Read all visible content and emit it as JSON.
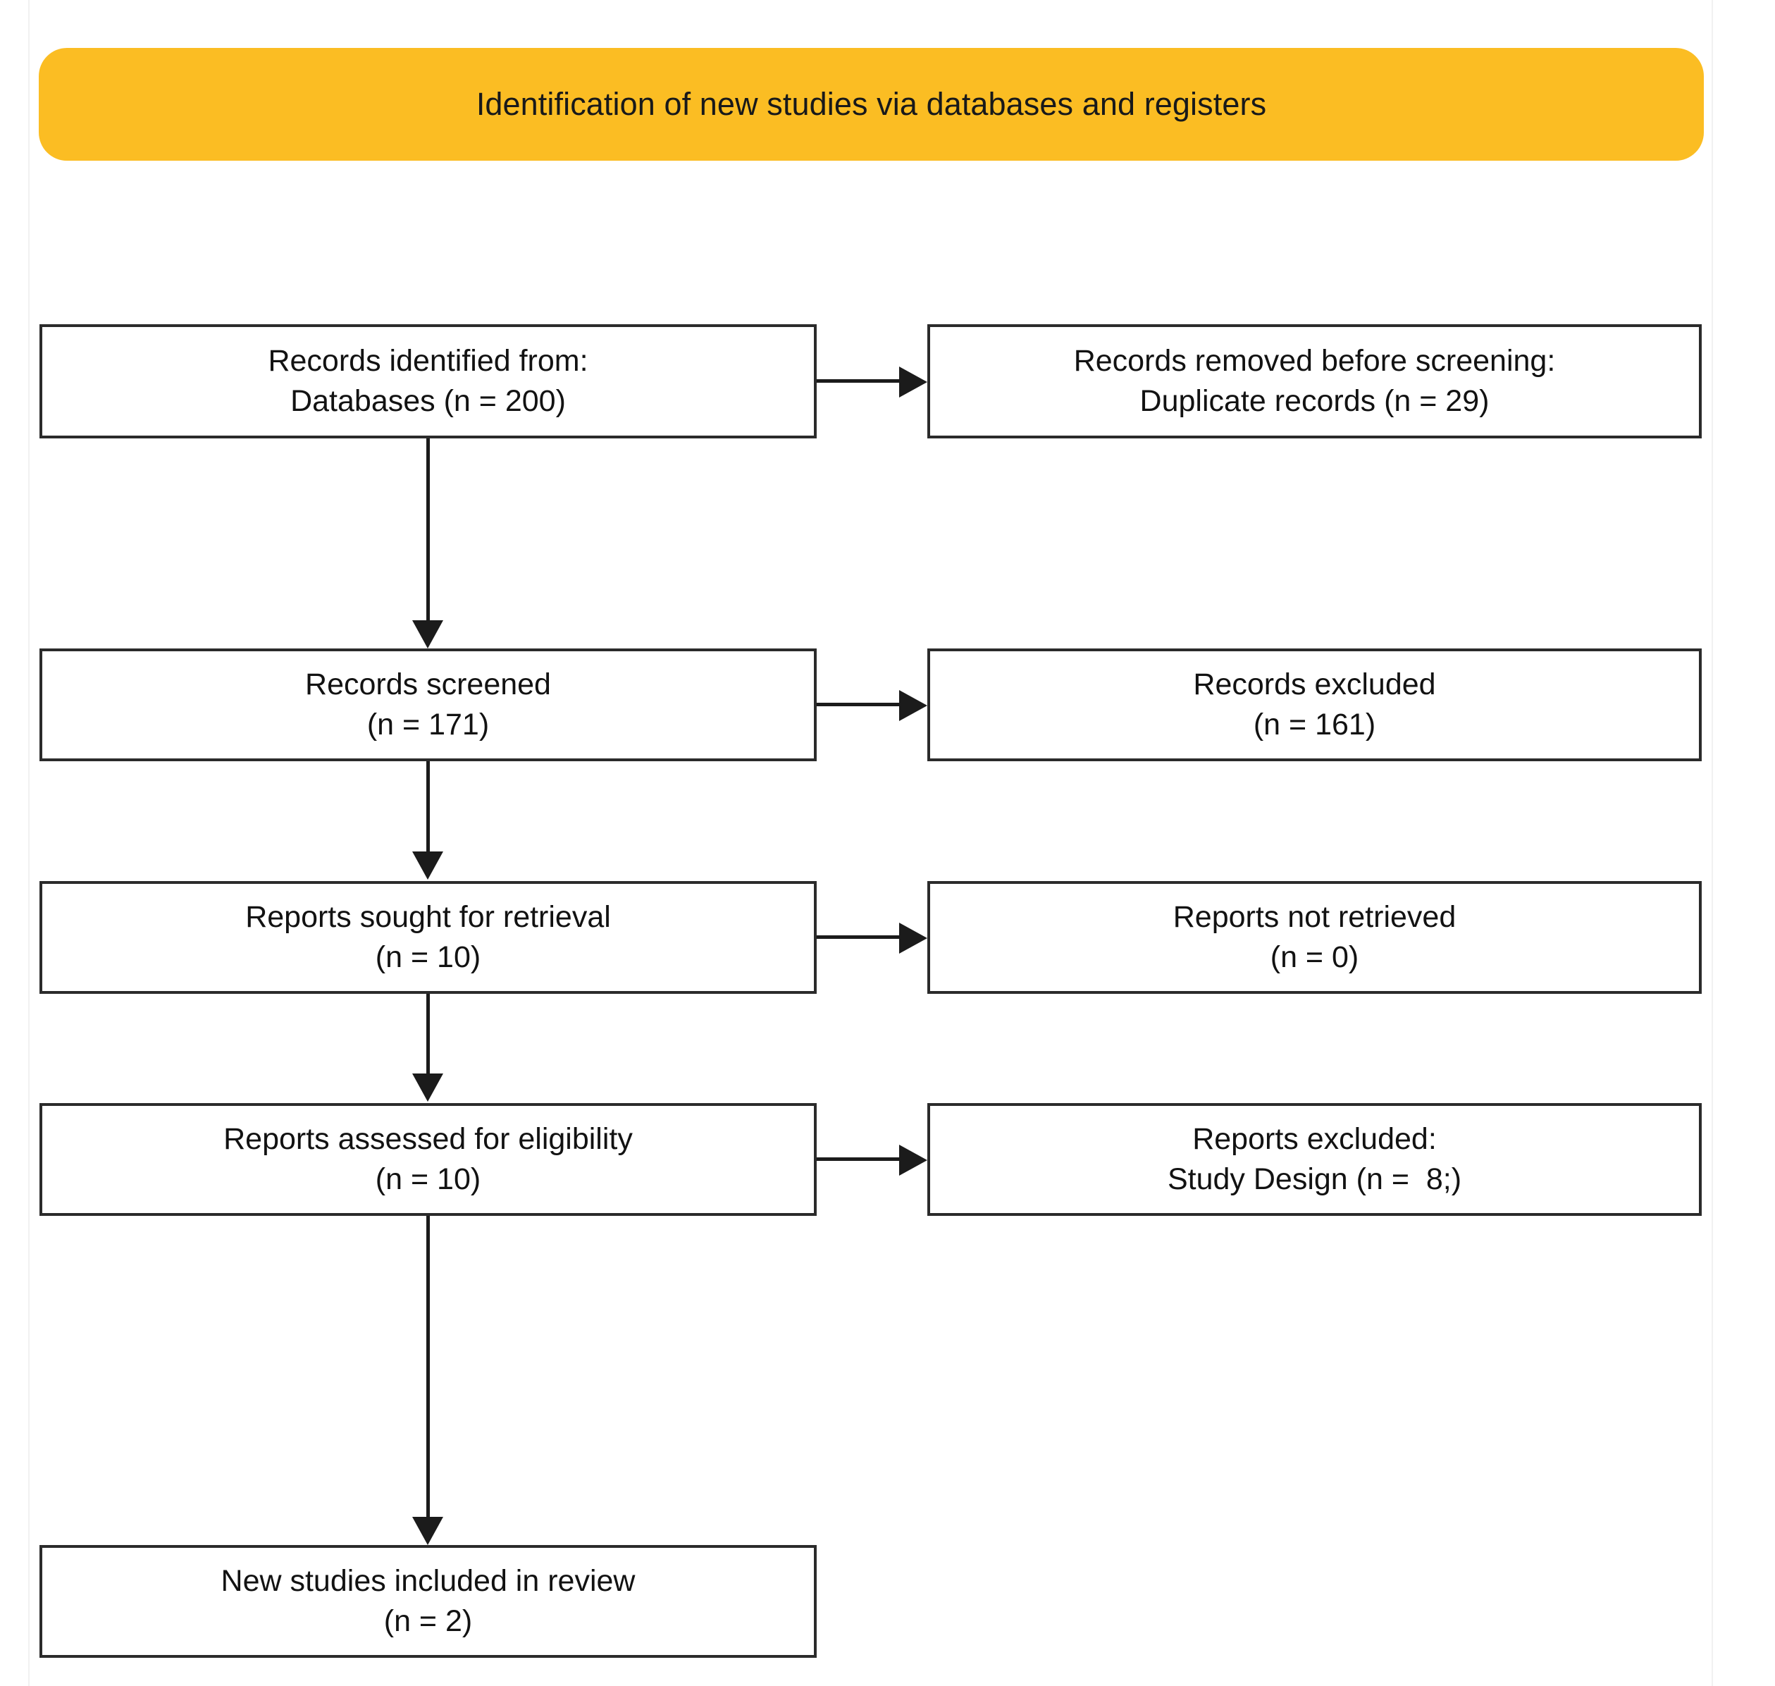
{
  "diagram": {
    "title": "Identification of new studies via databases and registers",
    "accent_color": "#FBBD23",
    "border_color": "#2b2b2b",
    "text_color": "#121212",
    "nodes": {
      "identified": {
        "line1": "Records identified from:",
        "line2": "Databases (n = 200)"
      },
      "removed": {
        "line1": "Records removed before screening:",
        "line2": "Duplicate records (n = 29)"
      },
      "screened": {
        "line1": "Records screened",
        "line2": "(n = 171)"
      },
      "records_excluded": {
        "line1": "Records excluded",
        "line2": "(n = 161)"
      },
      "sought": {
        "line1": "Reports sought for retrieval",
        "line2": "(n = 10)"
      },
      "not_retrieved": {
        "line1": "Reports not retrieved",
        "line2": "(n = 0)"
      },
      "assessed": {
        "line1": "Reports assessed for eligibility",
        "line2": "(n = 10)"
      },
      "reports_excluded": {
        "line1": "Reports excluded:",
        "line2": "Study Design (n =  8;)"
      },
      "included": {
        "line1": "New studies included in review",
        "line2": "(n = 2)"
      }
    }
  }
}
